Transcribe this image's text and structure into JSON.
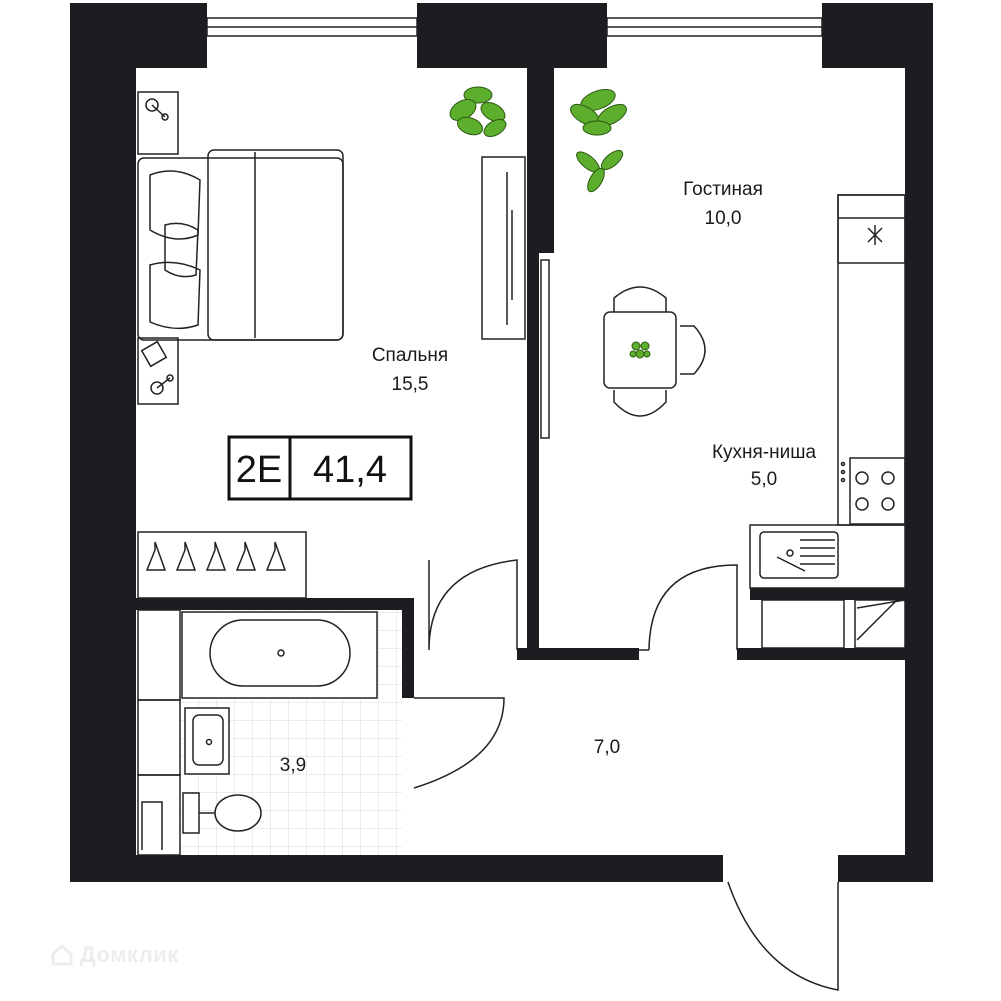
{
  "plan": {
    "rooms": [
      {
        "id": "bedroom",
        "name": "Спальня",
        "area": "15,5"
      },
      {
        "id": "living",
        "name": "Гостиная",
        "area": "10,0"
      },
      {
        "id": "kitchen",
        "name": "Кухня-ниша",
        "area": "5,0"
      },
      {
        "id": "bathroom",
        "name": "",
        "area": "3,9"
      },
      {
        "id": "hall",
        "name": "",
        "area": "7,0"
      }
    ],
    "badge": {
      "type": "2E",
      "total_area": "41,4"
    },
    "colors": {
      "wall": "#1b1d21",
      "plant": "#5cae2c",
      "line": "#222222",
      "tile": "#d9d9d9"
    }
  },
  "watermark": {
    "text": "Домклик",
    "icon": "house-logo-icon"
  }
}
